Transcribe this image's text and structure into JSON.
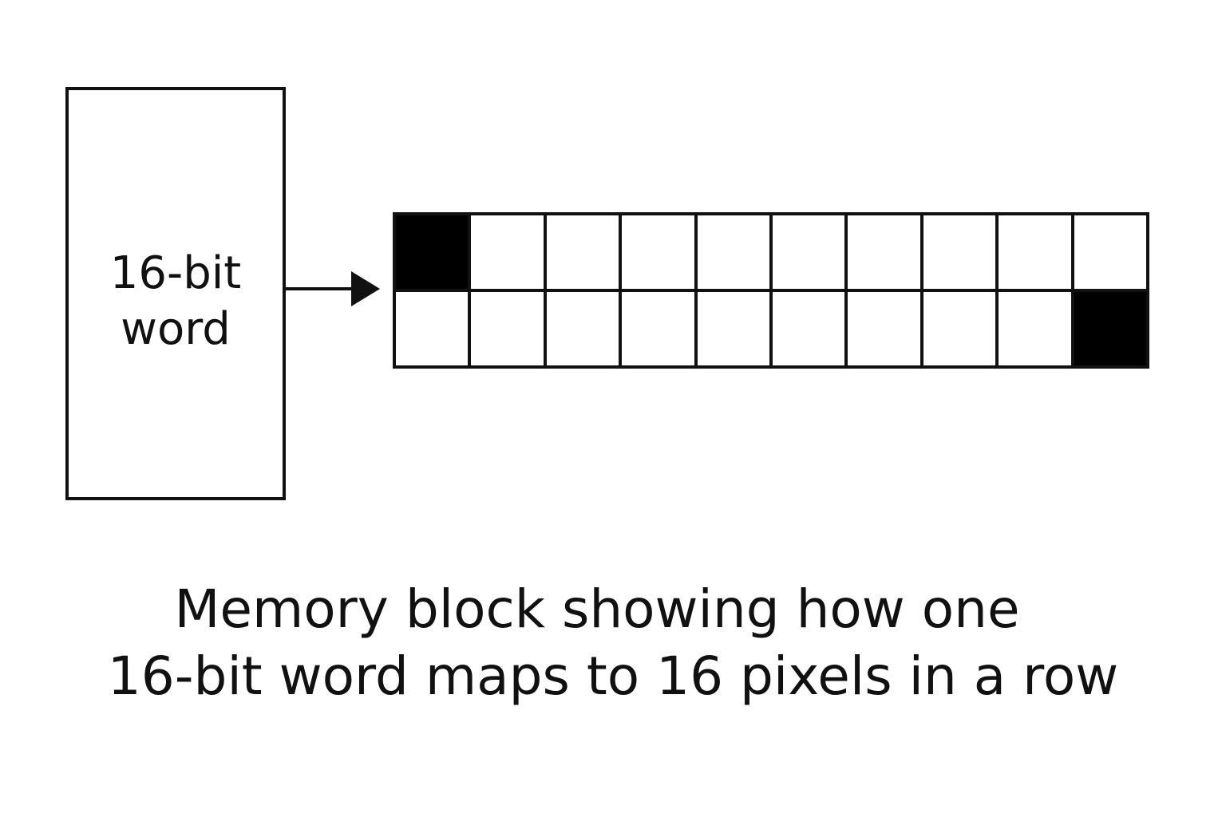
{
  "word_box": {
    "line1": "16-bit",
    "line2": "word"
  },
  "pixel_grid": {
    "columns": 10,
    "rows": 2,
    "pixels": [
      [
        1,
        0,
        0,
        0,
        0,
        0,
        0,
        0,
        0,
        0
      ],
      [
        0,
        0,
        0,
        0,
        0,
        0,
        0,
        0,
        0,
        1
      ]
    ],
    "on_color": "#000000",
    "off_color": "#ffffff"
  },
  "caption": {
    "line1": "Memory block showing how one",
    "line2": "16-bit word maps to 16 pixels in a row"
  }
}
